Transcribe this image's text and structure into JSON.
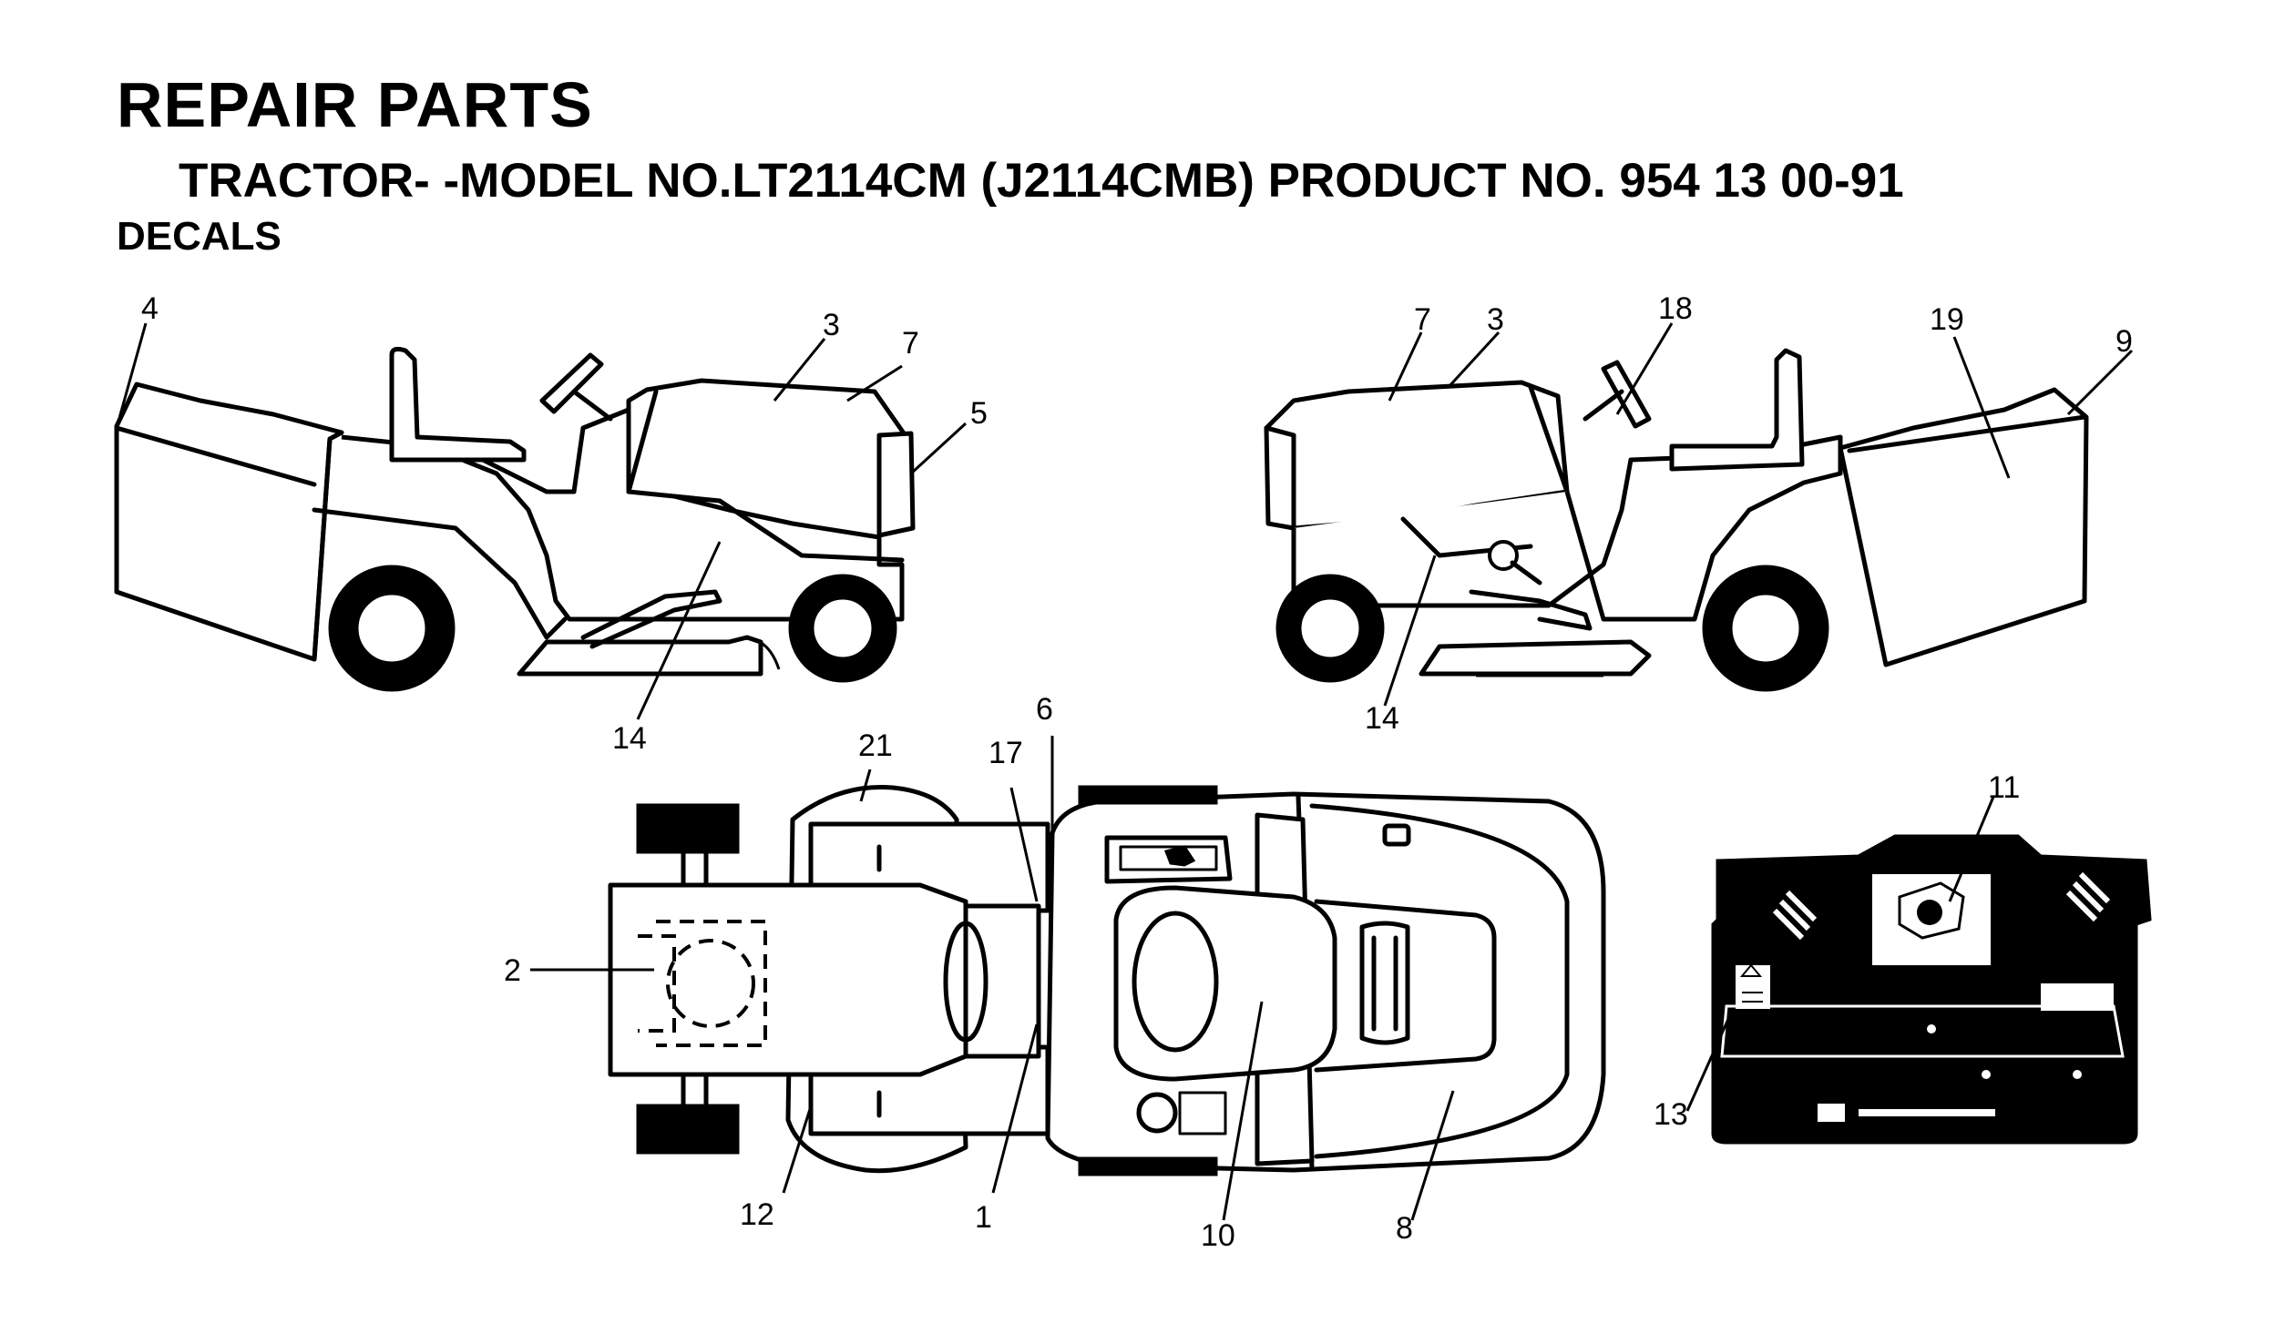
{
  "header": {
    "title": "REPAIR PARTS",
    "subtitle": "TRACTOR- -MODEL NO.LT2114CM (J2114CMB) PRODUCT NO. 954 13 00-91",
    "section": "DECALS"
  },
  "callouts": {
    "c1": "1",
    "c2": "2",
    "c3a": "3",
    "c3b": "3",
    "c4": "4",
    "c5": "5",
    "c6": "6",
    "c7a": "7",
    "c7b": "7",
    "c8": "8",
    "c9": "9",
    "c10": "10",
    "c11": "11",
    "c12": "12",
    "c13": "13",
    "c14a": "14",
    "c14b": "14",
    "c17": "17",
    "c18": "18",
    "c19": "19",
    "c21": "21"
  }
}
